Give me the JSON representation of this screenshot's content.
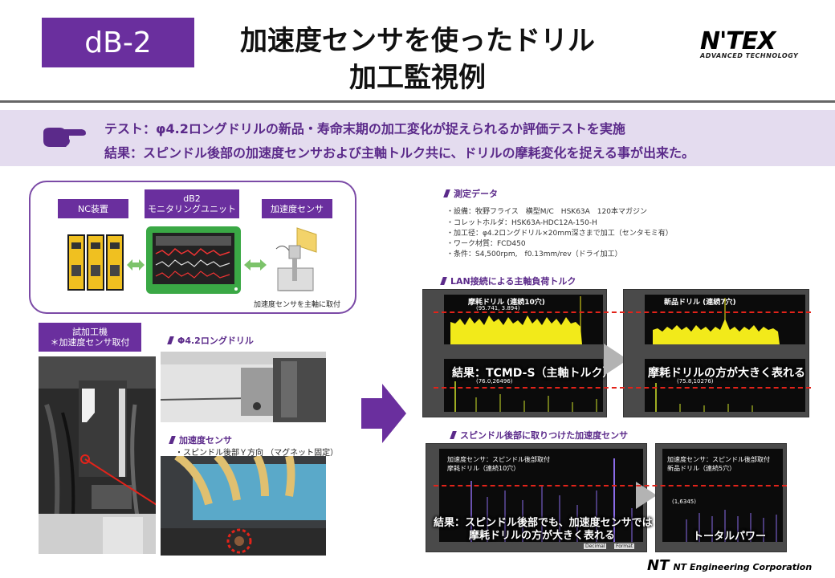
{
  "header": {
    "badge": "dB-2",
    "title_line1": "加速度センサを使ったドリル",
    "title_line2": "加工監視例",
    "logo_main": "N'TEX",
    "logo_sub": "ADVANCED TECHNOLOGY"
  },
  "summary": {
    "test": "テスト：φ4.2ロングドリルの新品・寿命末期の加工変化が捉えられるか評価テストを実施",
    "result": "結果：スピンドル後部の加速度センサおよび主軸トルク共に、ドリルの摩耗変化を捉える事が出来た。",
    "icon": "pointing-hand-icon"
  },
  "system": {
    "nc_label": "NC装置",
    "db2_label_1": "dB2",
    "db2_label_2": "モニタリングユニット",
    "accel_label": "加速度センサ",
    "accel_note": "加速度センサを主軸に取付",
    "nc_color": "#f0c020",
    "unit_color": "#3aa845"
  },
  "machine": {
    "label_1": "試加工機",
    "label_2": "＊加速度センサ取付"
  },
  "drill": {
    "tag": "Φ4.2ロングドリル"
  },
  "accel": {
    "tag": "加速度センサ",
    "direction": "・スピンドル後部Ｙ方向 （マグネット固定）"
  },
  "measurement": {
    "tag": "測定データ",
    "lines": [
      "・設備：牧野フライス　横型M/C　HSK63A　120本マガジン",
      "・コレットホルダ：HSK63A-HDC12A-150-H",
      "・加工径：φ4.2ロングドリル×20mm深さまで加工（センタモミ有）",
      "・ワーク材質：FCD450",
      "・条件：S4,500rpm,　f0.13mm/rev（ドライ加工）"
    ]
  },
  "lan": {
    "tag": "LAN接続による主軸負荷トルク",
    "worn_label": "摩耗ドリル (連続10穴)",
    "worn_value": "(95.741, 3.894)",
    "new_label": "新品ドリル (連続7穴)",
    "result_caption": "結果：TCMD-S（主軸トルク）",
    "compare_caption": "摩耗ドリルの方が大きく表れる",
    "spec_value_a": "(76.0,26496)",
    "spec_value_b": "(75.8,10276)"
  },
  "spindle": {
    "tag": "スピンドル後部に取りつけた加速度センサ",
    "worn_label_1": "加速度センサ：スピンドル後部取付",
    "worn_label_2": "摩耗ドリル（連続10穴）",
    "new_label_1": "加速度センサ：スピンドル後部取付",
    "new_label_2": "新品ドリル（連続5穴）",
    "result_line1": "結果：スピンドル後部でも、加速度センサでは",
    "result_line2": "摩耗ドリルの方が大きく表れる",
    "total_power": "トータルパワー",
    "button_decimal": "Decimal",
    "button_format": "Format",
    "value_d": "(1,6345)"
  },
  "footer": {
    "mark": "NT",
    "company": "NT Engineering Corporation"
  }
}
